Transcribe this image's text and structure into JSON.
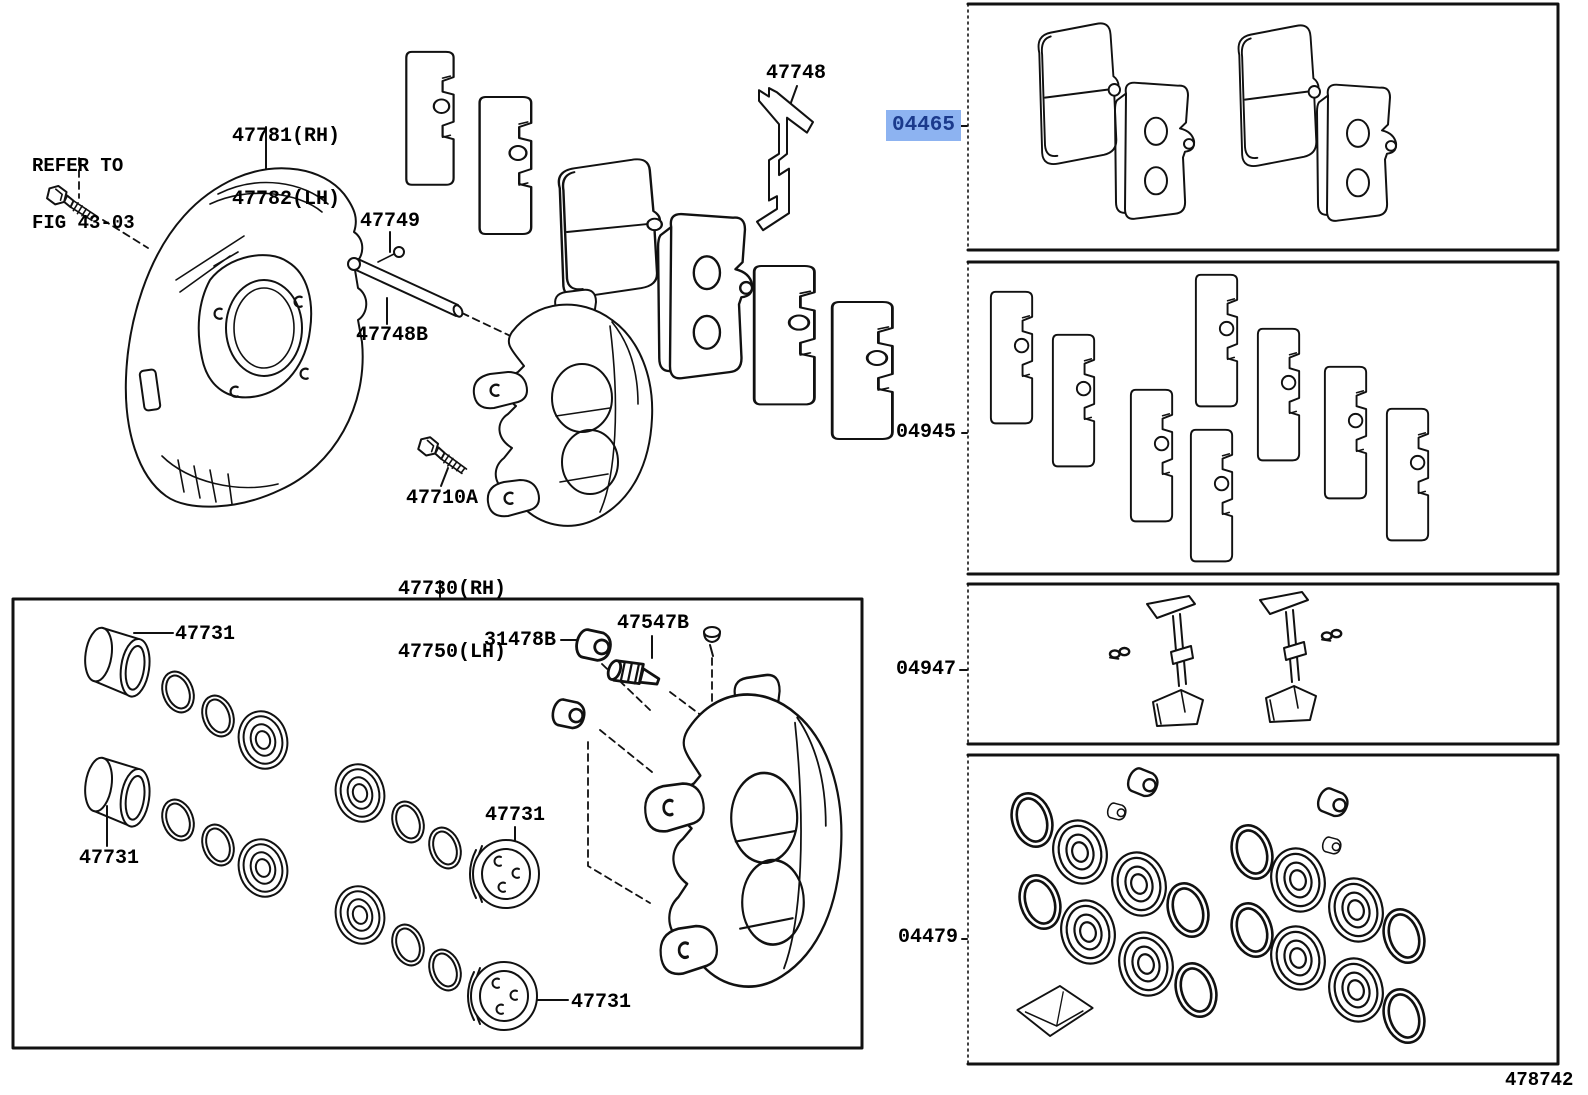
{
  "colors": {
    "highlight_bg": "#8DB3F1",
    "highlight_text": "#1B3A8C",
    "line": "#111111"
  },
  "note": {
    "line1": "REFER TO",
    "line2": "FIG 43-03"
  },
  "parts": {
    "dust_shield_rh": "47781(RH)",
    "dust_shield_lh": "47782(LH)",
    "wear_indicator": "47748",
    "pad_support_pin": "47749",
    "slide_pin": "47748B",
    "caliper_bolt": "47710A",
    "caliper_rh": "47730(RH)",
    "caliper_lh": "47750(LH)",
    "piston": "47731",
    "bleeder_plug_cap": "31478B",
    "bleeder_screw": "47547B"
  },
  "kits": [
    {
      "code": "04465",
      "highlighted": true
    },
    {
      "code": "04945",
      "highlighted": false
    },
    {
      "code": "04947",
      "highlighted": false
    },
    {
      "code": "04479",
      "highlighted": false
    }
  ],
  "footer": {
    "figure_code": "478742"
  }
}
